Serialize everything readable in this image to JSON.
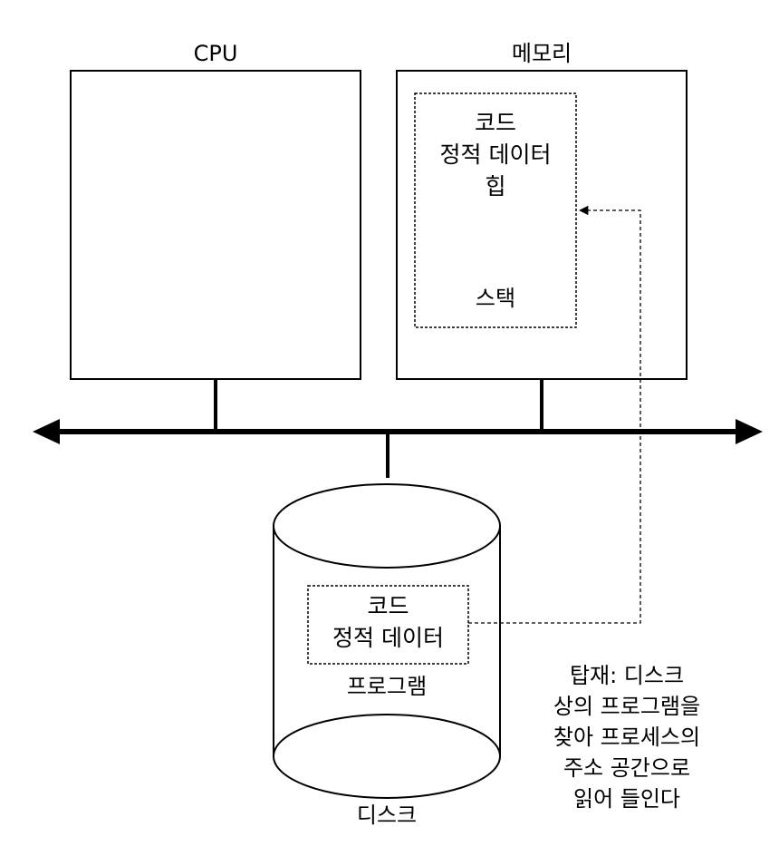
{
  "cpu": {
    "label": "CPU"
  },
  "memory": {
    "label": "메모리",
    "segments": [
      "코드",
      "정적 데이터",
      "힙"
    ],
    "stack": "스택"
  },
  "disk": {
    "label": "디스크",
    "program_label": "프로그램",
    "program_contents": [
      "코드",
      "정적 데이터"
    ]
  },
  "load_note": {
    "lines": [
      "탑재: 디스크",
      "상의 프로그램을",
      "찾아 프로세스의",
      "주소 공간으로",
      "읽어 들인다"
    ]
  }
}
